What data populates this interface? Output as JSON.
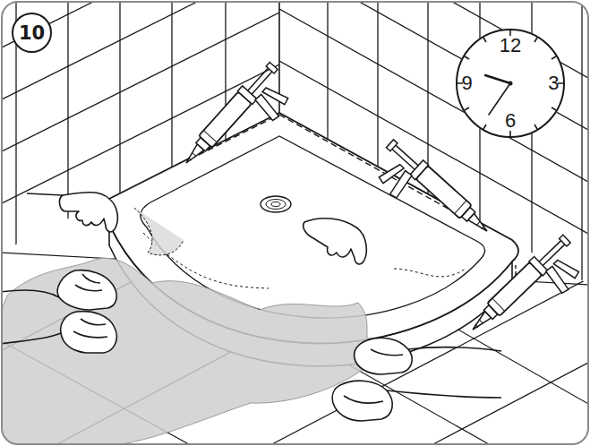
{
  "diagram": {
    "nodes": [
      {
        "text": [
          "10"
        ]
      },
      {
        "text": [
          "12",
          "3",
          "6",
          "9"
        ]
      }
    ]
  }
}
